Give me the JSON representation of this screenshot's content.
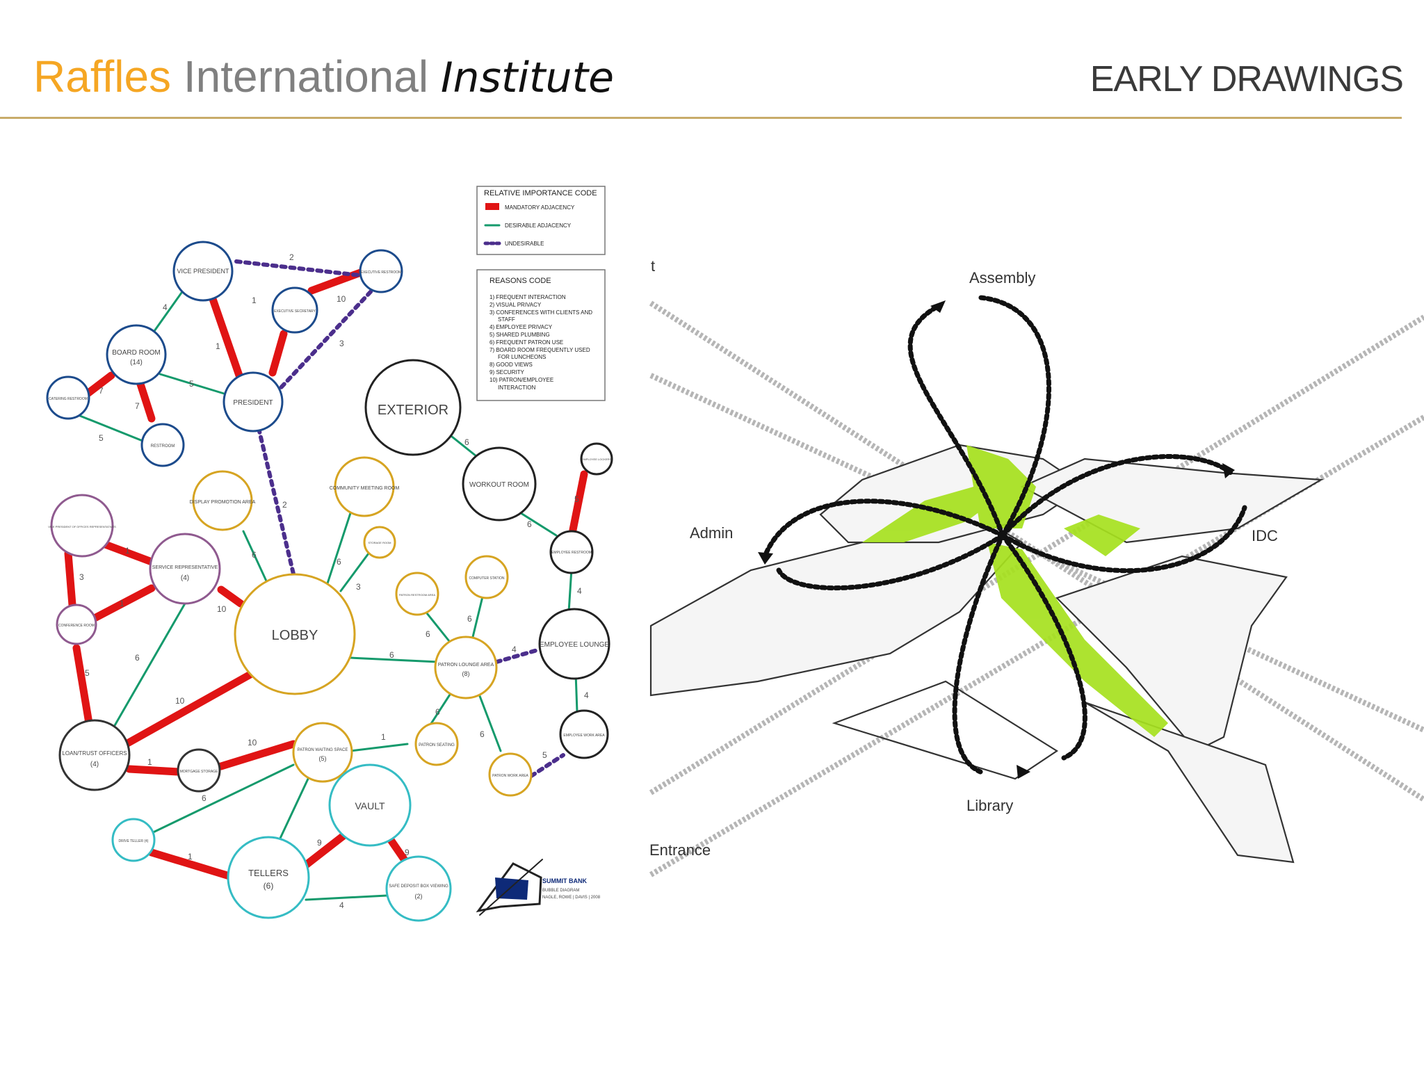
{
  "header": {
    "brand_part1": "Raffles",
    "brand_part2": "International",
    "brand_part3": "Institute",
    "section_title": "EARLY DRAWINGS"
  },
  "colors": {
    "brand_orange": "#f5a623",
    "brand_grey": "#808080",
    "rule": "#c8ac6a",
    "mandatory": "#e01414",
    "desirable": "#159a6c",
    "undesirable": "#4b2e8c",
    "lime": "#a6e11e"
  },
  "bubble_diagram": {
    "legend_importance": {
      "title": "RELATIVE IMPORTANCE CODE",
      "items": [
        "MANDATORY ADJACENCY",
        "DESIRABLE ADJACENCY",
        "UNDESIRABLE"
      ]
    },
    "legend_reasons": {
      "title": "REASONS CODE",
      "items": [
        "1) FREQUENT INTERACTION",
        "2) VISUAL PRIVACY",
        "3) CONFERENCES WITH CLIENTS AND",
        "STAFF",
        "4) EMPLOYEE PRIVACY",
        "5) SHARED PLUMBING",
        "6) FREQUENT PATRON USE",
        "7) BOARD ROOM FREQUENTLY USED",
        "FOR LUNCHEONS",
        "8) GOOD VIEWS",
        "9) SECURITY",
        "10) PATRON/EMPLOYEE",
        "INTERACTION"
      ]
    },
    "nodes": {
      "vice_president": "VICE PRESIDENT",
      "exec_restroom": "EXECUTIVE RESTROOM",
      "exec_secretary": "EXECUTIVE SECRETARY",
      "president": "PRESIDENT",
      "board_room": "BOARD ROOM",
      "board_room_num": "(14)",
      "catering": "CATERING RESTROOM",
      "restroom": "RESTROOM",
      "exterior": "EXTERIOR",
      "workout": "WORKOUT ROOM",
      "employee_lockers": "EMPLOYEE LOCKERS",
      "employee_restroom": "EMPLOYEE RESTROOM",
      "employee_lounge": "EMPLOYEE LOUNGE",
      "employee_work": "EMPLOYEE WORK AREA",
      "display": "DISPLAY PROMOTION AREA",
      "community": "COMMUNITY MEETING ROOM",
      "storage": "STORAGE ROOM",
      "vp_offices": "VICE PRESIDENT OF OFFICES REPRESENTATIVES",
      "service_rep": "SERVICE REPRESENTATIVE",
      "service_rep_num": "(4)",
      "conference": "CONFERENCE ROOM",
      "lobby": "LOBBY",
      "patron_restroom": "PATRON RESTROOM AREA",
      "computer": "COMPUTER STATION",
      "patron_lounge": "PATRON LOUNGE AREA",
      "patron_lounge_num": "(8)",
      "loan_officers": "LOAN/TRUST OFFICERS",
      "loan_officers_num": "(4)",
      "mortgage": "MORTGAGE STORAGE",
      "patron_waiting": "PATRON WAITING SPACE",
      "patron_waiting_num": "(5)",
      "patron_seating": "PATRON SEATING",
      "patron_work": "PATRON WORK AREA",
      "vault": "VAULT",
      "teller_drive": "DRIVE TELLER (4)",
      "tellers": "TELLERS",
      "tellers_num": "(6)",
      "safe_deposit": "SAFE DEPOSIT BOX VIEWING",
      "safe_deposit_num": "(2)"
    },
    "edge_labels": [
      "2",
      "1",
      "4",
      "10",
      "1",
      "3",
      "5",
      "7",
      "7",
      "5",
      "2",
      "6",
      "6",
      "5",
      "6",
      "1",
      "3",
      "6",
      "10",
      "1",
      "5",
      "3",
      "10",
      "6",
      "6",
      "6",
      "6",
      "6",
      "4",
      "4",
      "4",
      "5",
      "6",
      "1",
      "1",
      "9",
      "9",
      "10",
      "1",
      "6",
      "4"
    ],
    "logo": {
      "title": "SUMMIT BANK",
      "line1": "BUBBLE DIAGRAM",
      "line2": "NAGLE, ROWE | DAVIS | 2008"
    }
  },
  "concept_diagram": {
    "labels": {
      "assembly": "Assembly",
      "admin": "Admin",
      "idc": "IDC",
      "library": "Library",
      "entrance": "Entrance",
      "cut_t": "t"
    }
  }
}
